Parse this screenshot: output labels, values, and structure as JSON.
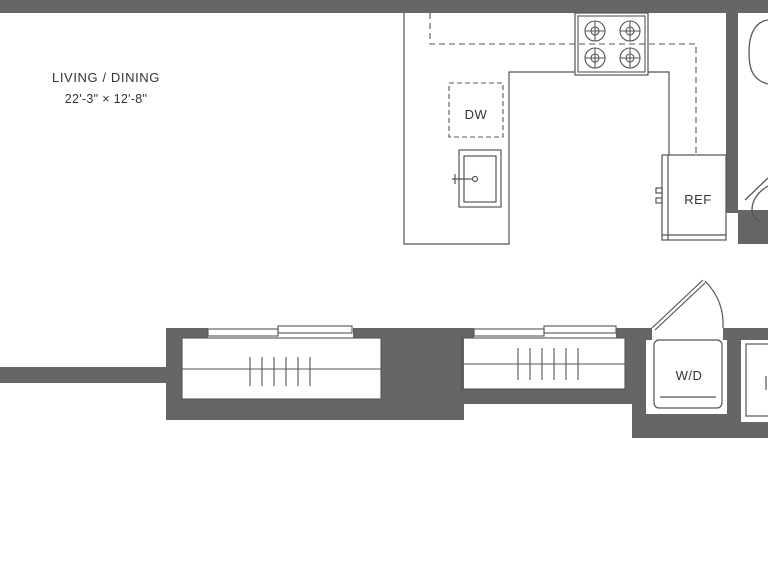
{
  "floorplan": {
    "living_dining": {
      "label": "LIVING / DINING",
      "dimensions": "22'-3\" × 12'-8\""
    },
    "kitchen": {
      "dishwasher_label": "DW",
      "refrigerator_label": "REF"
    },
    "laundry": {
      "washer_dryer_label": "W/D"
    },
    "colors": {
      "wall": "#666666",
      "line": "#555555",
      "text": "#333333",
      "background": "#ffffff"
    }
  }
}
